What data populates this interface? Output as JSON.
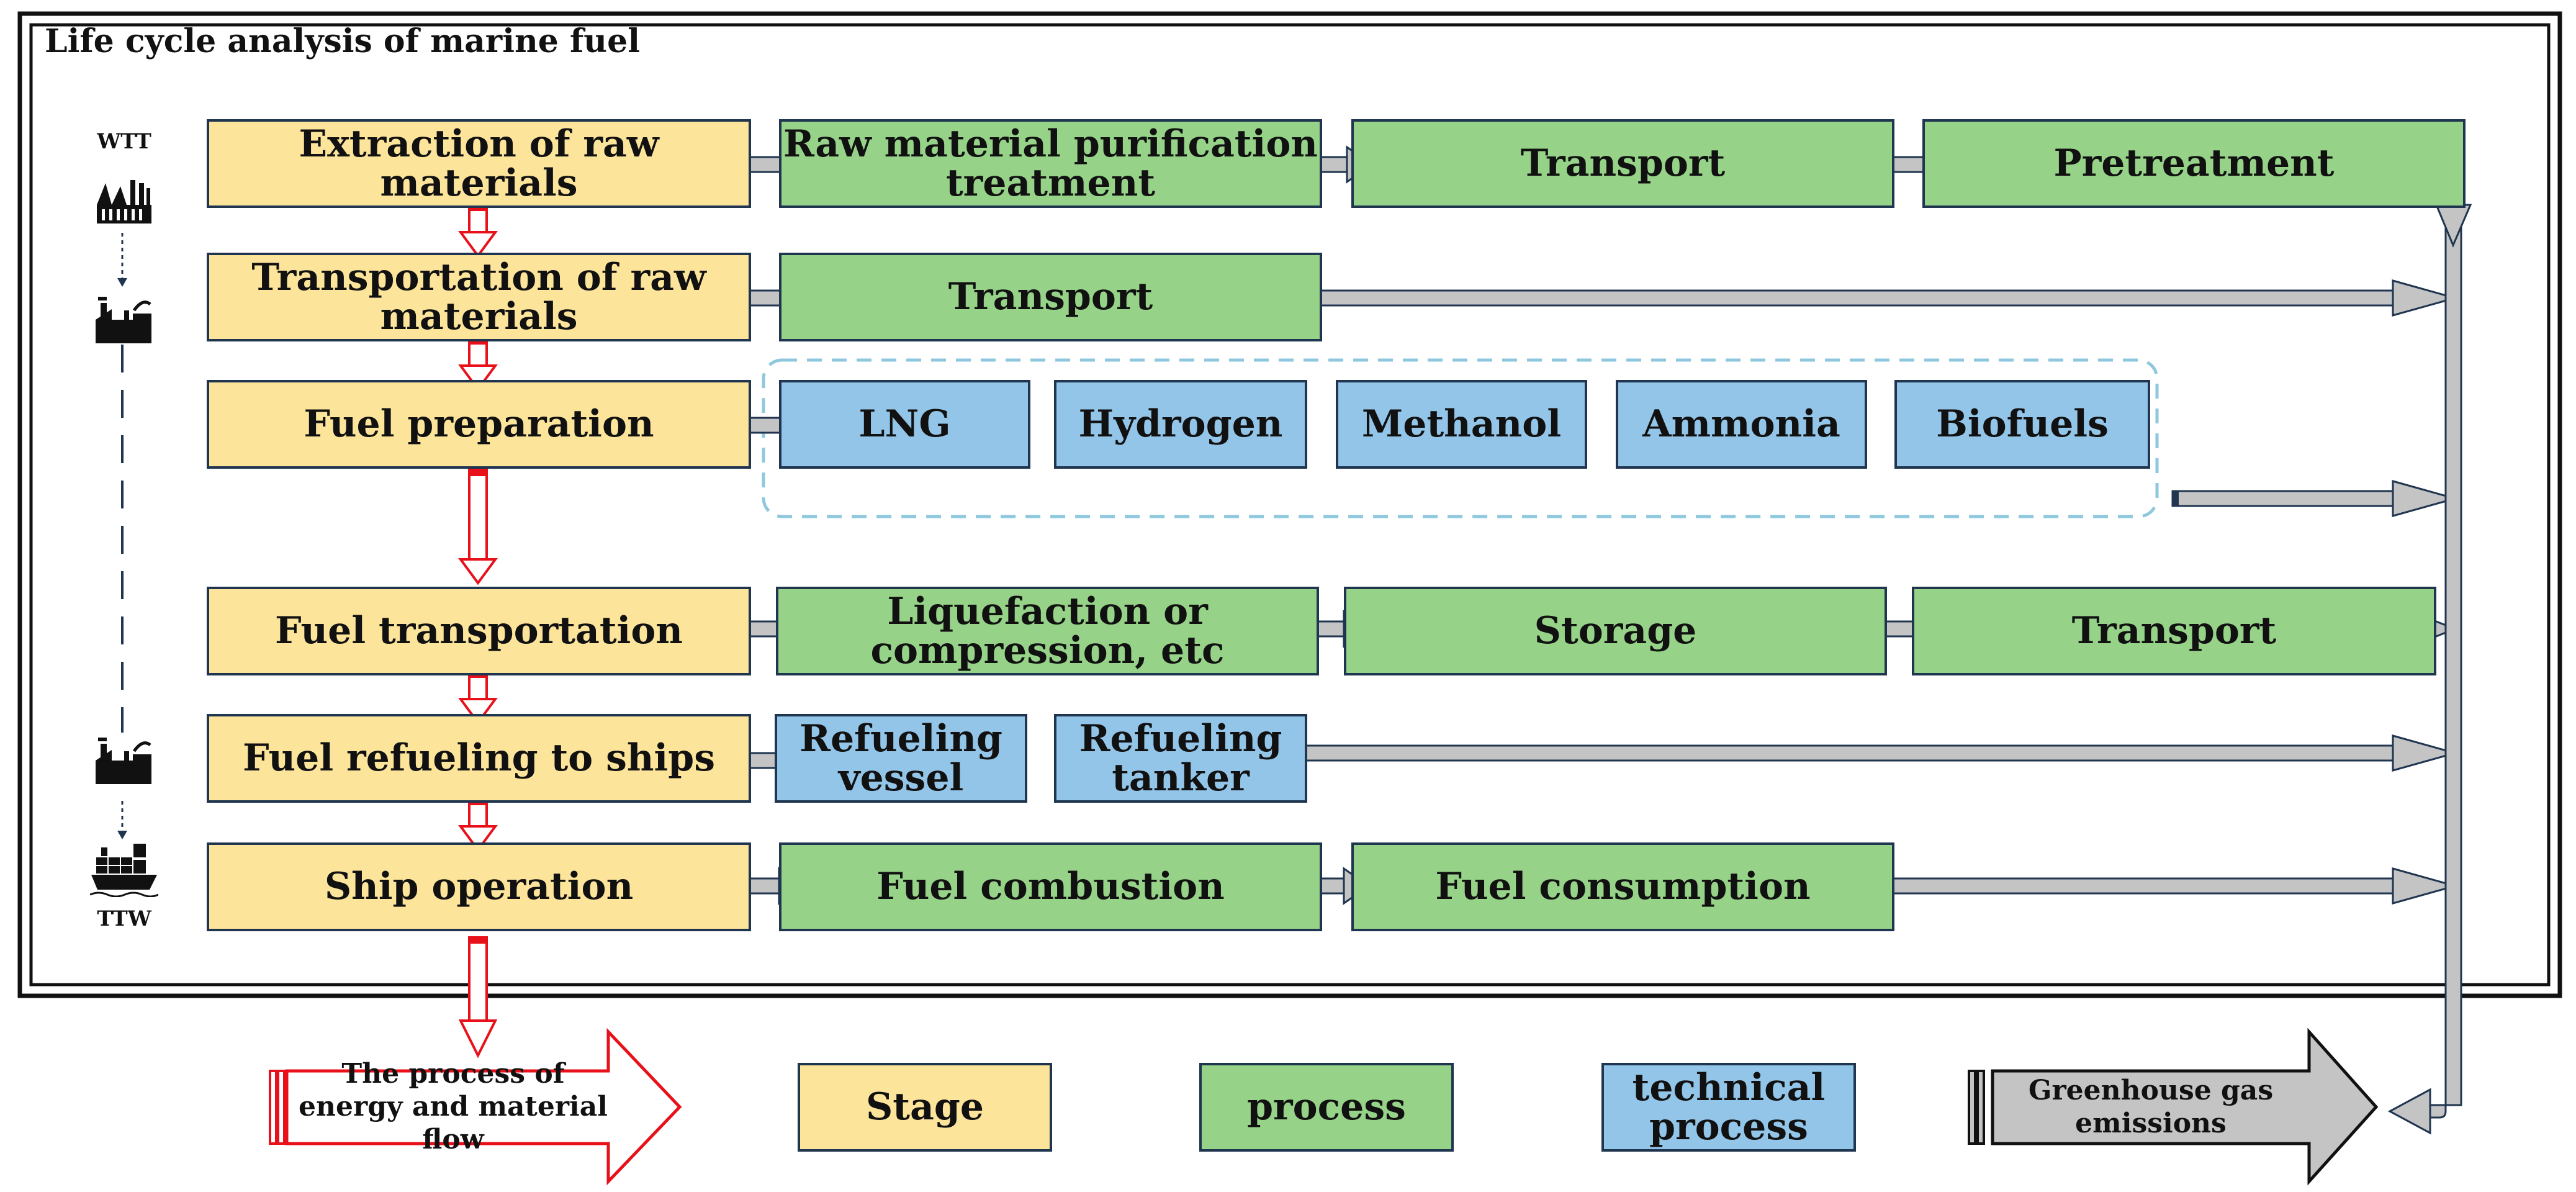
{
  "title": "Life cycle analysis of marine fuel",
  "side_labels": {
    "top": "WTT",
    "bottom": "TTW"
  },
  "icons": [
    "factory-icon",
    "refinery-icon",
    "refinery-icon",
    "ship-icon"
  ],
  "rows": [
    {
      "stage": "Extraction of raw materials",
      "items": [
        {
          "type": "process",
          "label": "Raw material purification treatment"
        },
        {
          "type": "process",
          "label": "Transport"
        },
        {
          "type": "process",
          "label": "Pretreatment"
        }
      ]
    },
    {
      "stage": "Transportation of raw materials",
      "items": [
        {
          "type": "process",
          "label": "Transport"
        }
      ]
    },
    {
      "stage": "Fuel preparation",
      "items": [
        {
          "type": "technical process",
          "label": "LNG"
        },
        {
          "type": "technical process",
          "label": "Hydrogen"
        },
        {
          "type": "technical process",
          "label": "Methanol"
        },
        {
          "type": "technical process",
          "label": "Ammonia"
        },
        {
          "type": "technical process",
          "label": "Biofuels"
        }
      ]
    },
    {
      "stage": "Fuel transportation",
      "items": [
        {
          "type": "process",
          "label": "Liquefaction or compression, etc"
        },
        {
          "type": "process",
          "label": "Storage"
        },
        {
          "type": "process",
          "label": "Transport"
        }
      ]
    },
    {
      "stage": "Fuel refueling to ships",
      "items": [
        {
          "type": "technical process",
          "label": "Refueling vessel"
        },
        {
          "type": "technical process",
          "label": "Refueling tanker"
        }
      ]
    },
    {
      "stage": "Ship operation",
      "items": [
        {
          "type": "process",
          "label": "Fuel combustion"
        },
        {
          "type": "process",
          "label": "Fuel consumption"
        }
      ]
    }
  ],
  "legend": {
    "flow": "The process of energy and material flow",
    "stage": "Stage",
    "process": "process",
    "technical": "technical process",
    "emissions": "Greenhouse gas emissions"
  },
  "colors": {
    "stage": "#fde49b",
    "process": "#96d388",
    "technical": "#93c5e8",
    "border": "#1f3550",
    "flow_arrow": "#e8111a",
    "emission_arrow": "#c4c4c4",
    "dashed_group": "#8fc8de"
  }
}
